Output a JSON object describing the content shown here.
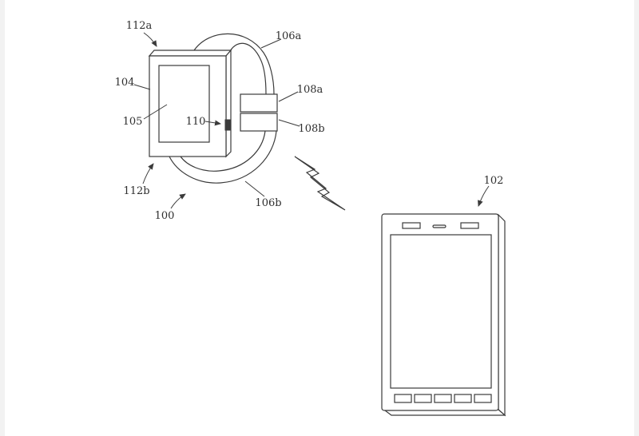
{
  "page": {
    "background": "#ffffff",
    "line_color": "#3b3b3b"
  },
  "figure": {
    "labels": {
      "l100": "100",
      "l102": "102",
      "l104": "104",
      "l105": "105",
      "l106a": "106a",
      "l106b": "106b",
      "l108a": "108a",
      "l108b": "108b",
      "l110": "110",
      "l112a": "112a",
      "l112b": "112b"
    }
  }
}
